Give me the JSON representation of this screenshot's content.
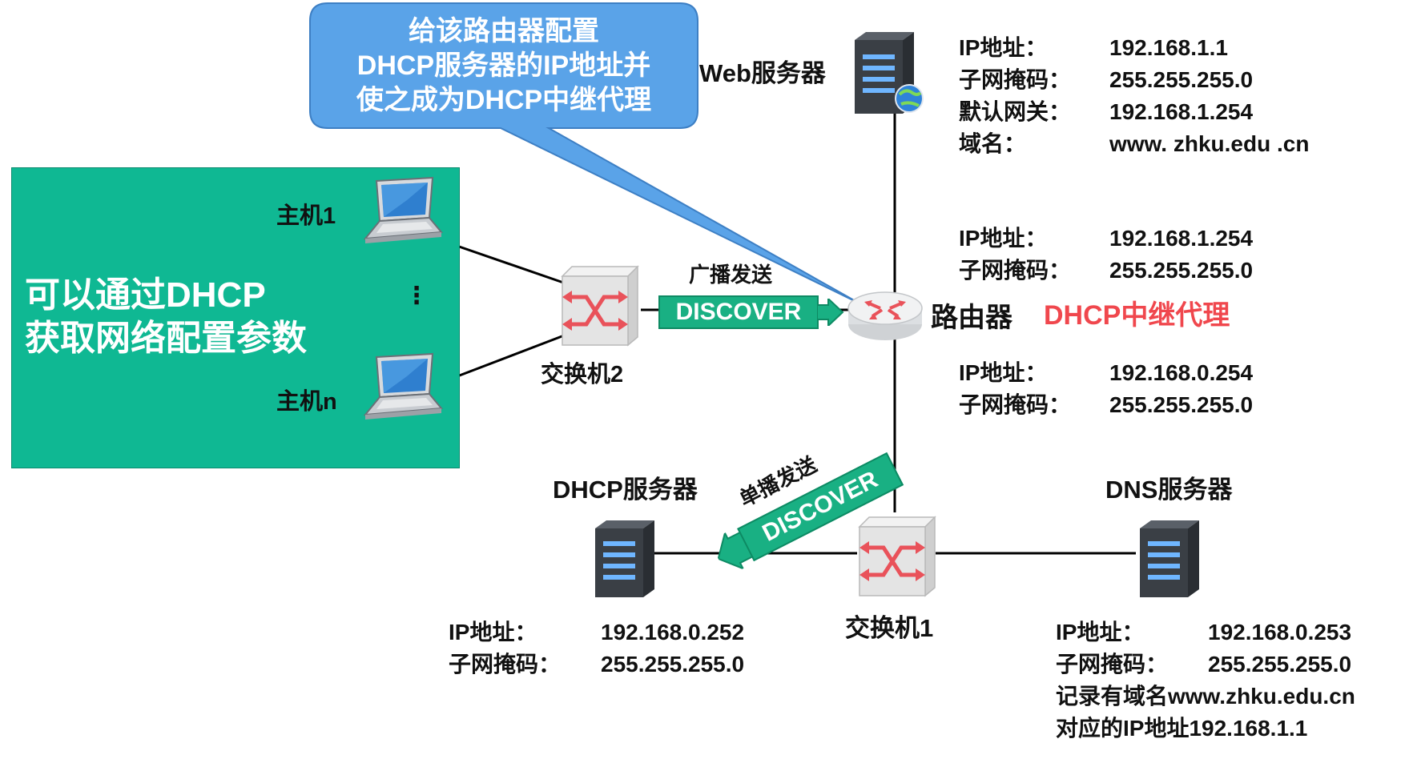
{
  "callout": {
    "lines": [
      "给该路由器配置",
      "DHCP服务器的IP地址并",
      "使之成为DHCP中继代理"
    ]
  },
  "host_panel": {
    "caption_lines": [
      "可以通过DHCP",
      "获取网络配置参数"
    ],
    "host1_label": "主机1",
    "hostn_label": "主机n",
    "ellipsis": "⋮"
  },
  "switch2": {
    "label": "交换机2"
  },
  "switch1": {
    "label": "交换机1"
  },
  "router": {
    "label": "路由器",
    "role": "DHCP中继代理"
  },
  "broadcast": {
    "caption": "广播发送",
    "message": "DISCOVER"
  },
  "unicast": {
    "caption": "单播发送",
    "message": "DISCOVER"
  },
  "web_server": {
    "label": "Web服务器",
    "ip_key": "IP地址：",
    "ip": "192.168.1.1",
    "mask_key": "子网掩码：",
    "mask": "255.255.255.0",
    "gw_key": "默认网关：",
    "gw": "192.168.1.254",
    "domain_key": "域名：",
    "domain": "www. zhku.edu .cn"
  },
  "router_upper": {
    "ip_key": "IP地址：",
    "ip": "192.168.1.254",
    "mask_key": "子网掩码：",
    "mask": "255.255.255.0"
  },
  "router_lower": {
    "ip_key": "IP地址：",
    "ip": "192.168.0.254",
    "mask_key": "子网掩码：",
    "mask": "255.255.255.0"
  },
  "dhcp_server": {
    "label": "DHCP服务器",
    "ip_key": "IP地址：",
    "ip": "192.168.0.252",
    "mask_key": "子网掩码：",
    "mask": "255.255.255.0"
  },
  "dns_server": {
    "label": "DNS服务器",
    "ip_key": "IP地址：",
    "ip": "192.168.0.253",
    "mask_key": "子网掩码：",
    "mask": "255.255.255.0",
    "record_line1": "记录有域名www.zhku.edu.cn",
    "record_line2": "对应的IP地址192.168.1.1"
  },
  "colors": {
    "panel": "#0fb893",
    "callout": "#5aa3e8",
    "badge": "#19b083",
    "relay_text": "#f0474d",
    "switch_arrow": "#e9525a"
  }
}
